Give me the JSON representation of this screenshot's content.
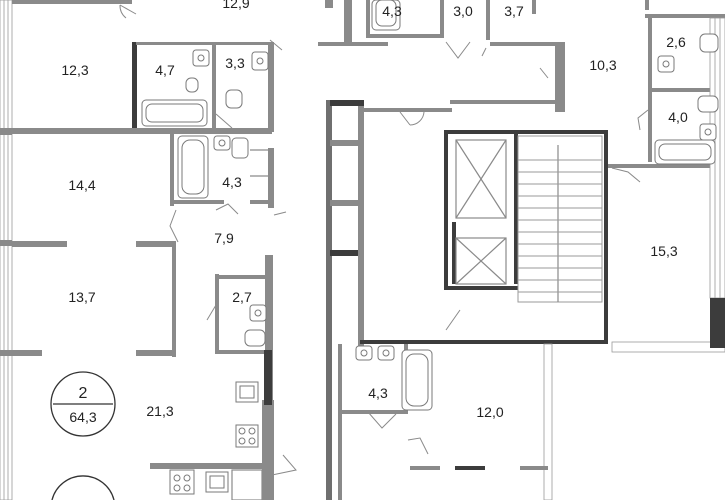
{
  "plan": {
    "room_areas": {
      "r_top_12_9": "12,9",
      "r_top_4_3": "4,3",
      "r_top_3_0": "3,0",
      "r_top_3_7": "3,7",
      "r_12_3": "12,3",
      "r_4_7": "4,7",
      "r_3_3": "3,3",
      "r_14_4": "14,4",
      "r_4_3_a": "4,3",
      "r_7_9": "7,9",
      "r_13_7": "13,7",
      "r_2_7": "2,7",
      "r_21_3": "21,3",
      "r_10_3": "10,3",
      "r_2_6": "2,6",
      "r_4_0": "4,0",
      "r_15_3": "15,3",
      "r_4_3_b": "4,3",
      "r_12_0": "12,0"
    },
    "apartment_badge": {
      "rooms": "2",
      "area": "64,3"
    }
  }
}
